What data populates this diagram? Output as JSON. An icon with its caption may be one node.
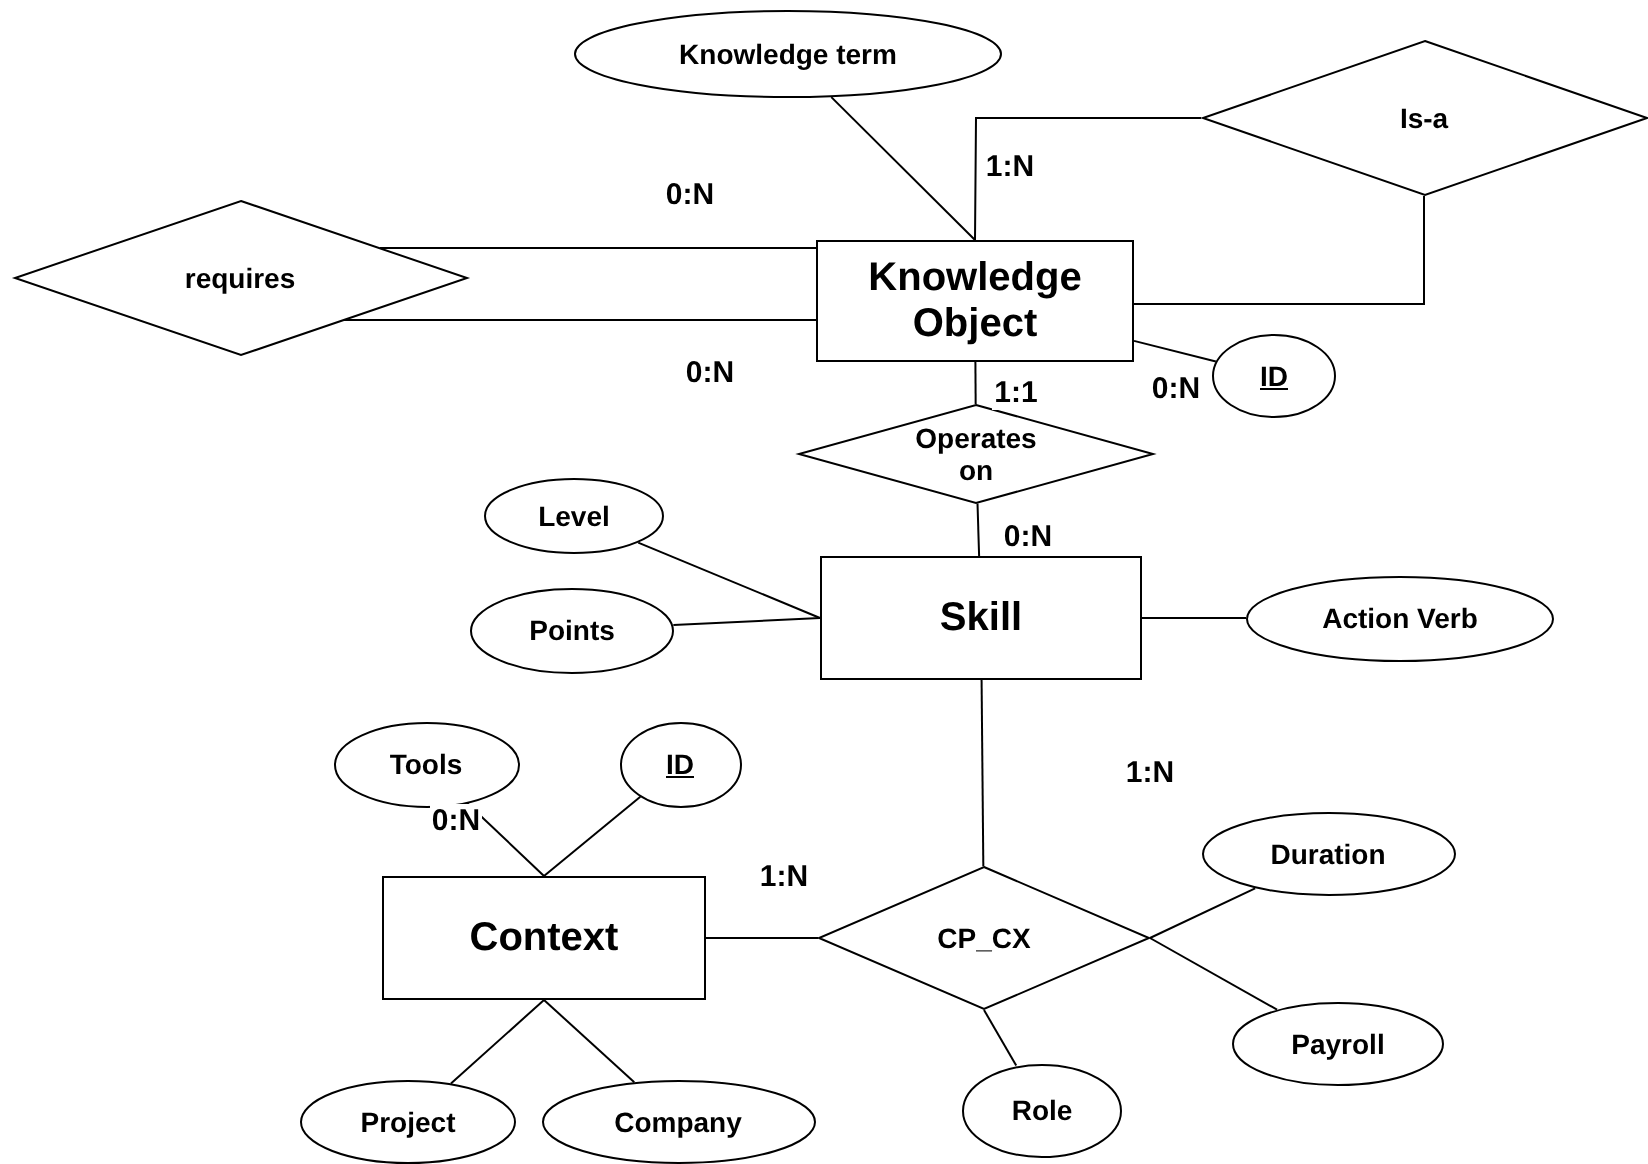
{
  "diagram": {
    "nodes": [
      {
        "text": [
          "Knowledge term"
        ]
      },
      {
        "text": [
          "Is-a"
        ]
      },
      {
        "text": [
          "requires"
        ]
      },
      {
        "text": [
          "Knowledge Object"
        ]
      },
      {
        "text": [
          "ID"
        ]
      },
      {
        "text": [
          "Operates on"
        ]
      },
      {
        "text": [
          "Level"
        ]
      },
      {
        "text": [
          "Points"
        ]
      },
      {
        "text": [
          "Skill"
        ]
      },
      {
        "text": [
          "Action Verb"
        ]
      },
      {
        "text": [
          "Tools"
        ]
      },
      {
        "text": [
          "ID"
        ]
      },
      {
        "text": [
          "Duration"
        ]
      },
      {
        "text": [
          "Context"
        ]
      },
      {
        "text": [
          "CP_CX"
        ]
      },
      {
        "text": [
          "Payroll"
        ]
      },
      {
        "text": [
          "Project"
        ]
      },
      {
        "text": [
          "Company"
        ]
      },
      {
        "text": [
          "Role"
        ]
      }
    ],
    "edges": [
      {
        "from": 0,
        "to": 3,
        "arrow": "none"
      },
      {
        "from": 2,
        "to": 3,
        "arrow": "none",
        "label": "0:N"
      },
      {
        "from": 2,
        "to": 3,
        "arrow": "none",
        "label": "0:N"
      },
      {
        "from": 3,
        "to": 1,
        "arrow": "none",
        "label": "1:N"
      },
      {
        "from": 1,
        "to": 3,
        "arrow": "none"
      },
      {
        "from": 3,
        "to": 4,
        "arrow": "none",
        "label": "0:N"
      },
      {
        "from": 3,
        "to": 5,
        "arrow": "none",
        "label": "1:1"
      },
      {
        "from": 5,
        "to": 8,
        "arrow": "none",
        "label": "0:N"
      },
      {
        "from": 6,
        "to": 8,
        "arrow": "none"
      },
      {
        "from": 7,
        "to": 8,
        "arrow": "none"
      },
      {
        "from": 8,
        "to": 9,
        "arrow": "none"
      },
      {
        "from": 8,
        "to": 14,
        "arrow": "none",
        "label": "1:N"
      },
      {
        "from": 13,
        "to": 14,
        "arrow": "none",
        "label": "1:N"
      },
      {
        "from": 10,
        "to": 13,
        "arrow": "none",
        "label": "0:N"
      },
      {
        "from": 11,
        "to": 13,
        "arrow": "none"
      },
      {
        "from": 13,
        "to": 16,
        "arrow": "none"
      },
      {
        "from": 13,
        "to": 17,
        "arrow": "none"
      },
      {
        "from": 14,
        "to": 12,
        "arrow": "none"
      },
      {
        "from": 14,
        "to": 15,
        "arrow": "none"
      },
      {
        "from": 14,
        "to": 18,
        "arrow": "none"
      }
    ]
  }
}
